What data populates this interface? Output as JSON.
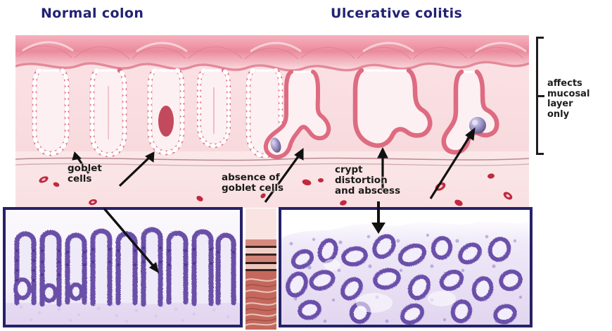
{
  "figure": {
    "kind": "medical-illustration",
    "subject": "Comparison of normal colonic mucosa and ulcerative colitis",
    "background_color": "#ffffff"
  },
  "titles": {
    "left": "Normal colon",
    "right": "Ulcerative colitis",
    "color": "#232175"
  },
  "annotations": {
    "goblet_cells": "goblet\ncells",
    "absence_of_goblet_cells": "absence of\ngoblet cells",
    "crypt_distortion": "crypt\ndistortion\nand abscess",
    "bracket_caption": "affects\nmucosal\nlayer\nonly",
    "text_color": "#1a1a1a"
  },
  "panels": {
    "left_histology": {
      "label": "normal-colon-histology",
      "border_color": "#272169",
      "stain": "H&E",
      "description": "regular parallel test-tube crypts"
    },
    "right_histology": {
      "label": "ulcerative-colitis-histology",
      "border_color": "#272169",
      "stain": "H&E",
      "description": "distorted branching irregular crypts"
    }
  },
  "palette": {
    "mucosa_fill": "#fae2e4",
    "epithelium": "#e0697f",
    "epithelium_dark": "#c33c55",
    "surface_fold": "#f3a8b4",
    "submucosa": "#fbe8e9",
    "vessel": "#c0283f",
    "abscess": "#8e86b8",
    "histology_purple": "#7a62b4",
    "histology_light": "#c9b9e2",
    "muscle": "#c26a62",
    "arrow": "#111111"
  },
  "arrows": [
    {
      "name": "arrow-goblet-1",
      "points_to": "goblet cell in normal crypt"
    },
    {
      "name": "arrow-goblet-2",
      "points_to": "goblet cell in normal crypt"
    },
    {
      "name": "arrow-absence",
      "points_to": "crypt lacking goblet cells"
    },
    {
      "name": "arrow-crypt-distortion",
      "points_to": "distorted crypt"
    },
    {
      "name": "arrow-abscess",
      "points_to": "crypt abscess"
    },
    {
      "name": "arrow-histo-normal",
      "points_to": "normal crypt in histology"
    },
    {
      "name": "arrow-histo-uc",
      "points_to": "distorted crypt in histology"
    }
  ]
}
